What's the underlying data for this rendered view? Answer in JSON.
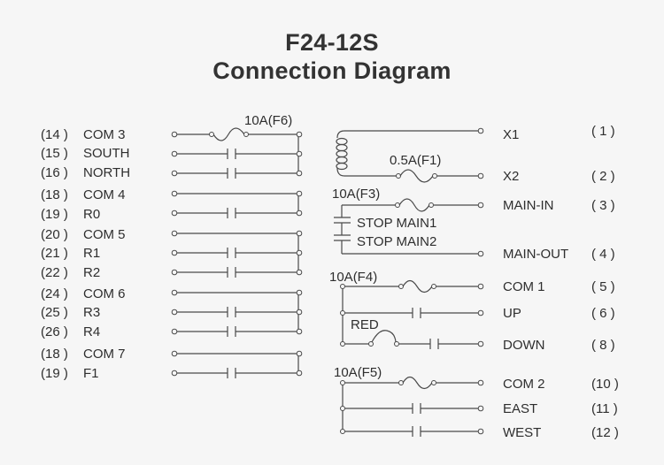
{
  "title": {
    "model": "F24-12S",
    "subtitle": "Connection Diagram"
  },
  "left_block": {
    "fuse_label": "10A(F6)",
    "terminals": [
      {
        "num": "(14 )",
        "label": "COM 3",
        "type": "fuse"
      },
      {
        "num": "(15 )",
        "label": "SOUTH",
        "type": "contact"
      },
      {
        "num": "(16 )",
        "label": "NORTH",
        "type": "contact"
      },
      {
        "num": "(18 )",
        "label": "COM 4",
        "type": "wire"
      },
      {
        "num": "(19 )",
        "label": "R0",
        "type": "contact"
      },
      {
        "num": "(20 )",
        "label": "COM 5",
        "type": "wire"
      },
      {
        "num": "(21 )",
        "label": "R1",
        "type": "contact"
      },
      {
        "num": "(22 )",
        "label": "R2",
        "type": "contact"
      },
      {
        "num": "(24 )",
        "label": "COM 6",
        "type": "wire"
      },
      {
        "num": "(25 )",
        "label": "R3",
        "type": "contact"
      },
      {
        "num": "(26 )",
        "label": "R4",
        "type": "contact"
      },
      {
        "num": "(18 )",
        "label": "COM 7",
        "type": "wire"
      },
      {
        "num": "(19 )",
        "label": "F1",
        "type": "contact"
      }
    ]
  },
  "right_block": {
    "fuses": {
      "f1": "0.5A(F1)",
      "f3": "10A(F3)",
      "f4": "10A(F4)",
      "f5": "10A(F5)",
      "red": "RED"
    },
    "stop_labels": [
      "STOP MAIN1",
      "STOP MAIN2"
    ],
    "terminals": [
      {
        "label": "X1",
        "num": "( 1 )"
      },
      {
        "label": "X2",
        "num": "( 2 )"
      },
      {
        "label": "MAIN-IN",
        "num": "( 3 )"
      },
      {
        "label": "MAIN-OUT",
        "num": "( 4 )"
      },
      {
        "label": "COM 1",
        "num": "( 5 )"
      },
      {
        "label": "UP",
        "num": "( 6 )"
      },
      {
        "label": "DOWN",
        "num": "( 8 )"
      },
      {
        "label": "COM 2",
        "num": "(10 )"
      },
      {
        "label": "EAST",
        "num": "(11 )"
      },
      {
        "label": "WEST",
        "num": "(12 )"
      }
    ]
  },
  "colors": {
    "background": "#f6f6f6",
    "line": "#4a4a4a",
    "text": "#2e2e2e"
  }
}
